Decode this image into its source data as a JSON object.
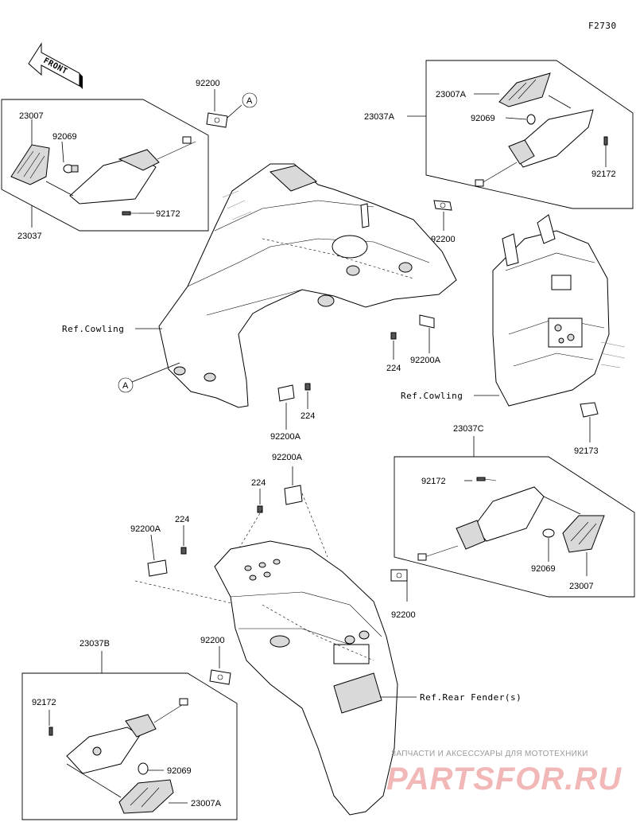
{
  "figure_code": "F2730",
  "front_arrow": "FRONT",
  "callout_marker": "A",
  "watermark": {
    "tagline": "ЗАПЧАСТИ И АКСЕССУАРЫ ДЛЯ МОТОТЕХНИКИ",
    "brand": "PARTSFOR.RU"
  },
  "labels": {
    "p23007_top": "23007",
    "p92069_top": "92069",
    "p92172_top": "92172",
    "p23037": "23037",
    "p92200_top": "92200",
    "p23007A_top": "23007A",
    "p23037A": "23037A",
    "p92069_tr": "92069",
    "p92172_tr": "92172",
    "p92200_mid": "92200",
    "ref_cowling_left": "Ref.Cowling",
    "p224_a": "224",
    "p92200A_a": "92200A",
    "p224_b": "224",
    "p92200A_b": "92200A",
    "ref_cowling_right": "Ref.Cowling",
    "p92173": "92173",
    "p23037C": "23037C",
    "p92200A_c": "92200A",
    "p224_c": "224",
    "p92200A_d": "92200A",
    "p224_d": "224",
    "p92172_r": "92172",
    "p92069_r": "92069",
    "p23007_r": "23007",
    "p92200_r": "92200",
    "p23037B": "23037B",
    "p92200_bl": "92200",
    "p92172_bl": "92172",
    "p92069_bl": "92069",
    "p23007A_bl": "23007A",
    "ref_rear_fender": "Ref.Rear Fender(s)"
  }
}
